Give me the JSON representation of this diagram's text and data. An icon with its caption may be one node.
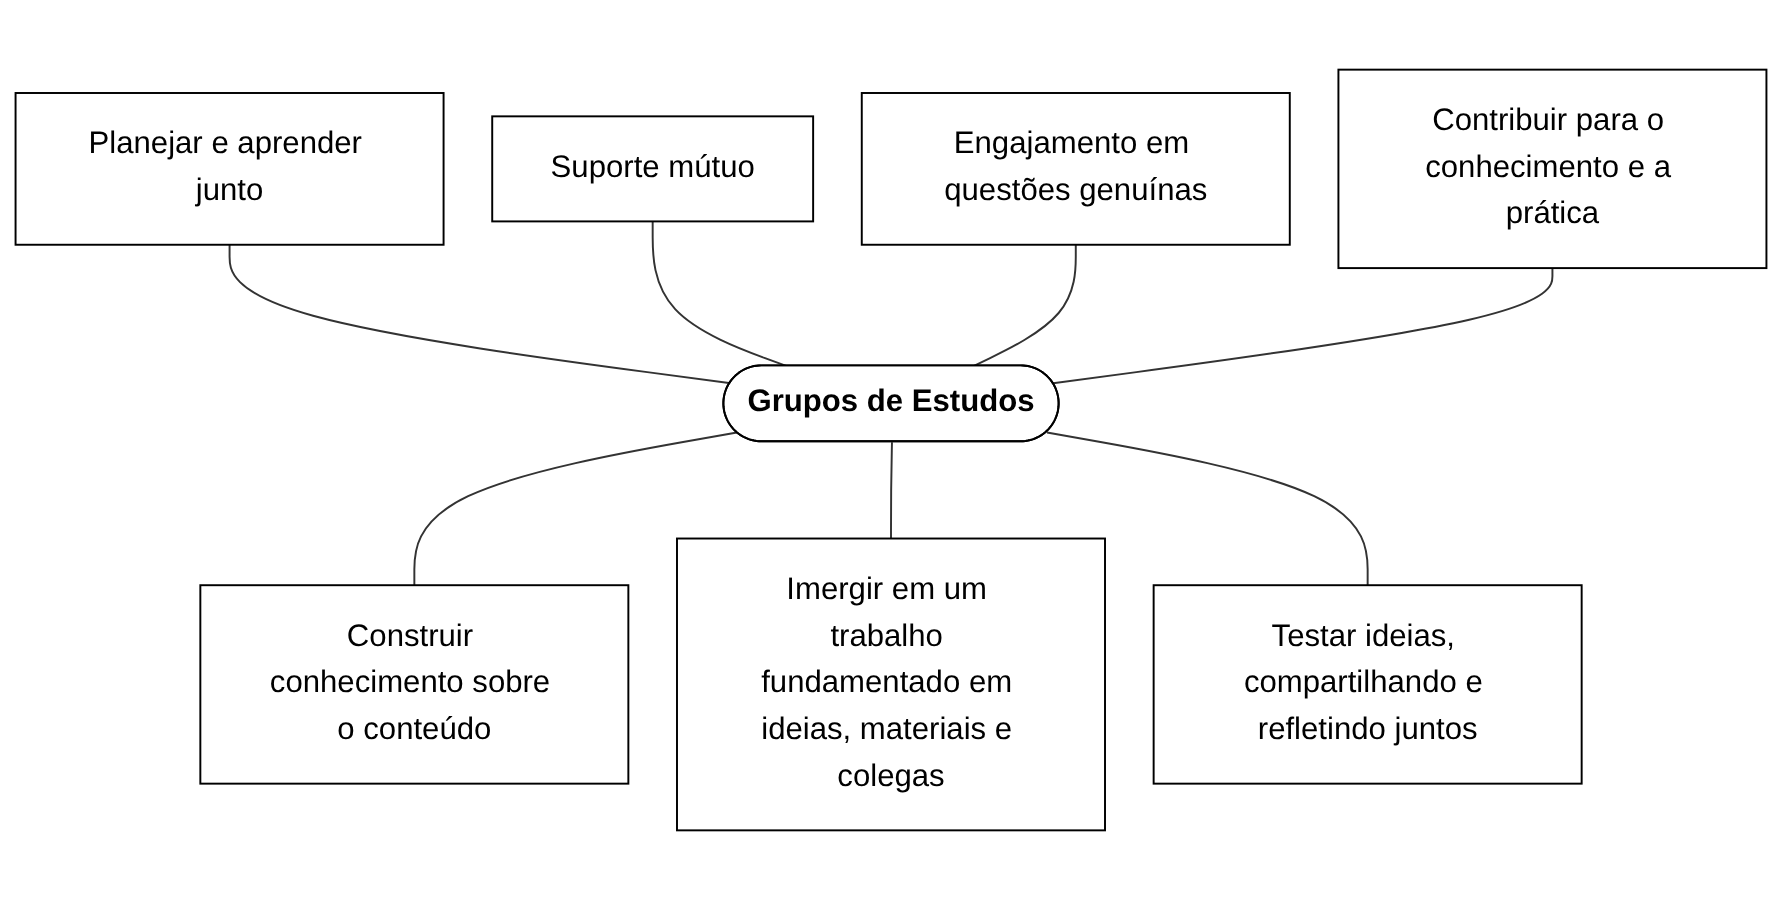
{
  "diagram": {
    "nodes": [
      {
        "text": [
          "Grupos de Estudos"
        ]
      },
      {
        "text": [
          "Planejar e aprender junto"
        ]
      },
      {
        "text": [
          "Suporte mútuo"
        ]
      },
      {
        "text": [
          "Engajamento em questões genuínas"
        ]
      },
      {
        "text": [
          "Contribuir para o conhecimento e a prática"
        ]
      },
      {
        "text": [
          "Construir conhecimento sobre o conteúdo"
        ]
      },
      {
        "text": [
          "Imergir em um trabalho fundamentado em ideias, materiais e colegas"
        ]
      },
      {
        "text": [
          "Testar ideias, compartilhando e refletindo juntos"
        ]
      }
    ],
    "edges": [
      {
        "from": 1,
        "to": 0,
        "arrow": "none"
      },
      {
        "from": 2,
        "to": 0,
        "arrow": "none"
      },
      {
        "from": 3,
        "to": 0,
        "arrow": "none"
      },
      {
        "from": 4,
        "to": 0,
        "arrow": "none"
      },
      {
        "from": 0,
        "to": 5,
        "arrow": "none"
      },
      {
        "from": 0,
        "to": 6,
        "arrow": "none"
      },
      {
        "from": 0,
        "to": 7,
        "arrow": "none"
      }
    ]
  }
}
